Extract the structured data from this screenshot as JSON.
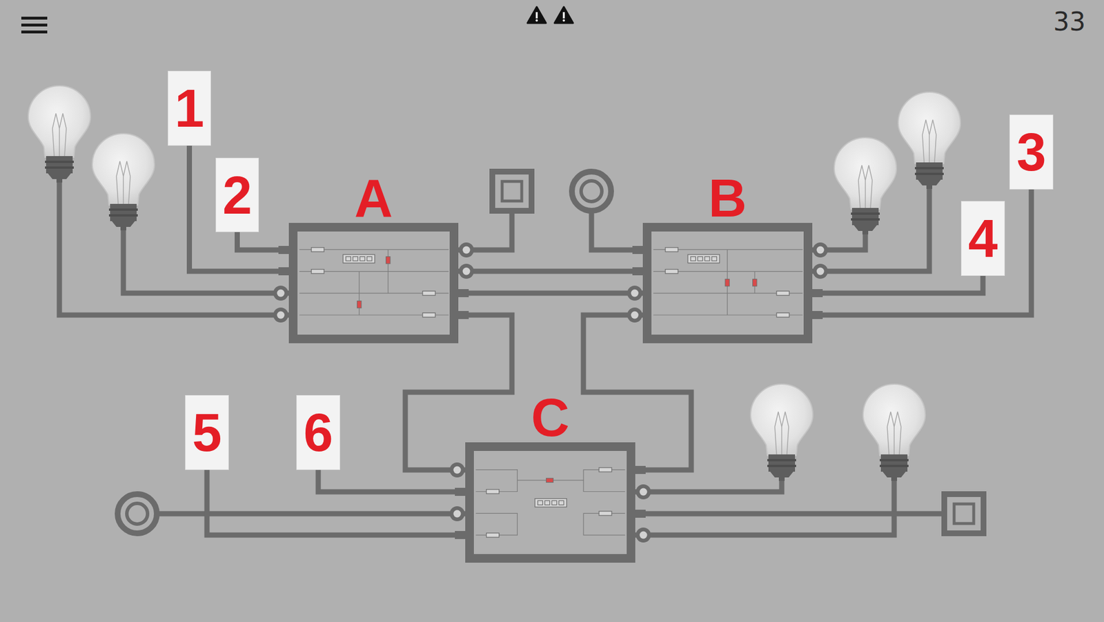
{
  "diagram": {
    "nodes": [
      {
        "text": [
          "1"
        ]
      },
      {
        "text": [
          "2"
        ]
      },
      {
        "text": [
          "A"
        ]
      },
      {
        "text": [
          "B"
        ]
      },
      {
        "text": [
          "3"
        ]
      },
      {
        "text": [
          "4"
        ]
      },
      {
        "text": [
          "5"
        ]
      },
      {
        "text": [
          "6"
        ]
      },
      {
        "text": [
          "C"
        ]
      }
    ],
    "edges": [
      {
        "from": 1,
        "to": 2,
        "arrow": "none"
      },
      {
        "from": 0,
        "to": 2,
        "arrow": "none"
      },
      {
        "from": 2,
        "to": 3,
        "arrow": "none"
      },
      {
        "from": 2,
        "to": 3,
        "arrow": "none"
      },
      {
        "from": 2,
        "to": 8,
        "arrow": "none"
      },
      {
        "from": 3,
        "to": 8,
        "arrow": "none"
      },
      {
        "from": 4,
        "to": 3,
        "arrow": "none"
      },
      {
        "from": 5,
        "to": 3,
        "arrow": "none"
      },
      {
        "from": 6,
        "to": 8,
        "arrow": "none"
      },
      {
        "from": 7,
        "to": 8,
        "arrow": "none"
      }
    ],
    "labels": [
      "33"
    ]
  }
}
